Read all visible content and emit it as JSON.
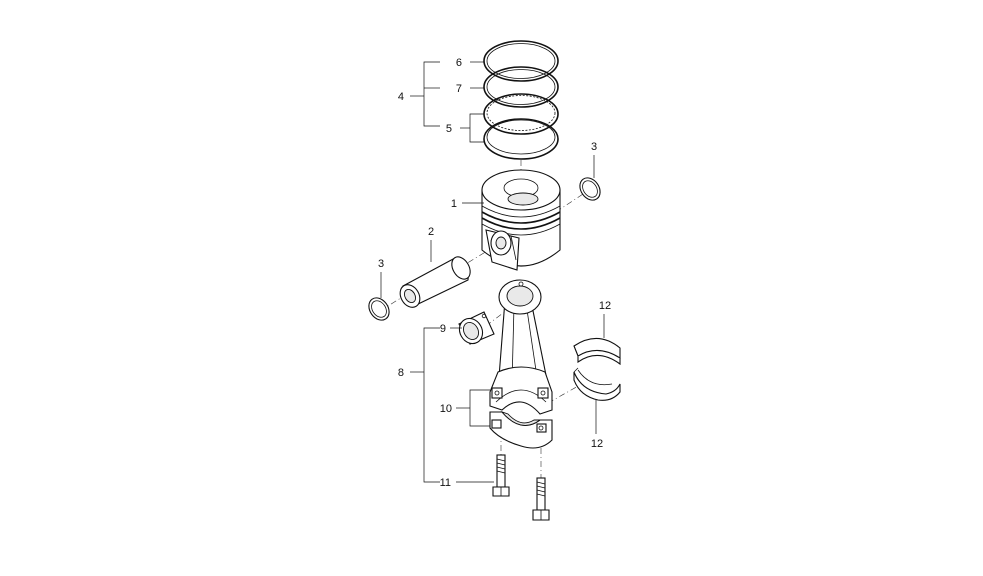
{
  "callouts": {
    "piston": "1",
    "piston_pin": "2",
    "circlip_right": "3",
    "circlip_left": "3",
    "ring_set": "4",
    "oil_ring": "5",
    "top_ring": "6",
    "second_ring": "7",
    "connecting_rod": "8",
    "small_end_bushing": "9",
    "rod_cap": "10",
    "rod_bolt": "11",
    "bearing_upper": "12",
    "bearing_lower": "12"
  }
}
